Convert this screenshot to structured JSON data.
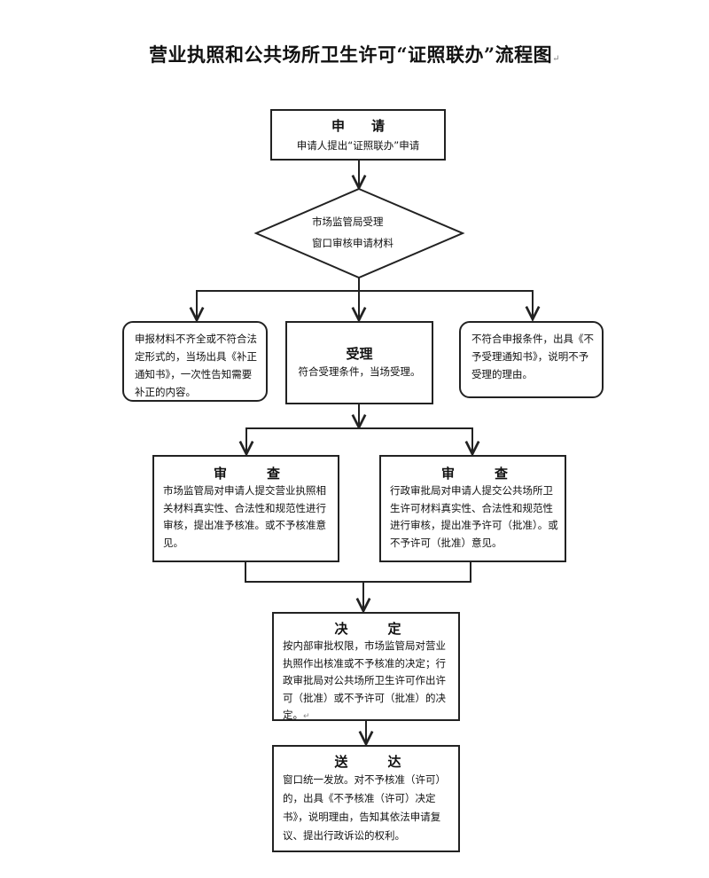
{
  "title": "营业执照和公共场所卫生许可“证照联办”流程图",
  "paragraph_mark": "↵",
  "nodes": {
    "apply": {
      "heading": "申　　请",
      "text": "申请人提出“证照联办”申请"
    },
    "accept_decision": {
      "line1": "市场监管局受理",
      "line2": "窗口审核申请材料"
    },
    "incomplete": {
      "text": "申报材料不齐全或不符合法定形式的，当场出具《补正通知书》，一次性告知需要补正的内容。"
    },
    "accepted": {
      "heading": "受理",
      "text": "符合受理条件，当场受理。"
    },
    "rejected": {
      "text": "不符合申报条件，出具《不予受理通知书》，说明不予受理的理由。"
    },
    "review_market": {
      "heading": "审　　　查",
      "text": "市场监管局对申请人提交营业执照相关材料真实性、合法性和规范性进行审核，提出准予核准。或不予核准意见。"
    },
    "review_admin": {
      "heading": "审　　　查",
      "text": "行政审批局对申请人提交公共场所卫生许可材料真实性、合法性和规范性进行审核，提出准予许可（批准）。或不予许可（批准）意见。"
    },
    "decision": {
      "heading": "决　　　定",
      "text": "按内部审批权限，市场监管局对营业执照作出核准或不予核准的决定；行政审批局对公共场所卫生许可作出许可（批准）或不予许可（批准）的决定。"
    },
    "delivery": {
      "heading": "送　　　达",
      "text": "窗口统一发放。对不予核准（许可）的，出具《不予核准（许可）决定书》，说明理由，告知其依法申请复议、提出行政诉讼的权利。"
    }
  }
}
